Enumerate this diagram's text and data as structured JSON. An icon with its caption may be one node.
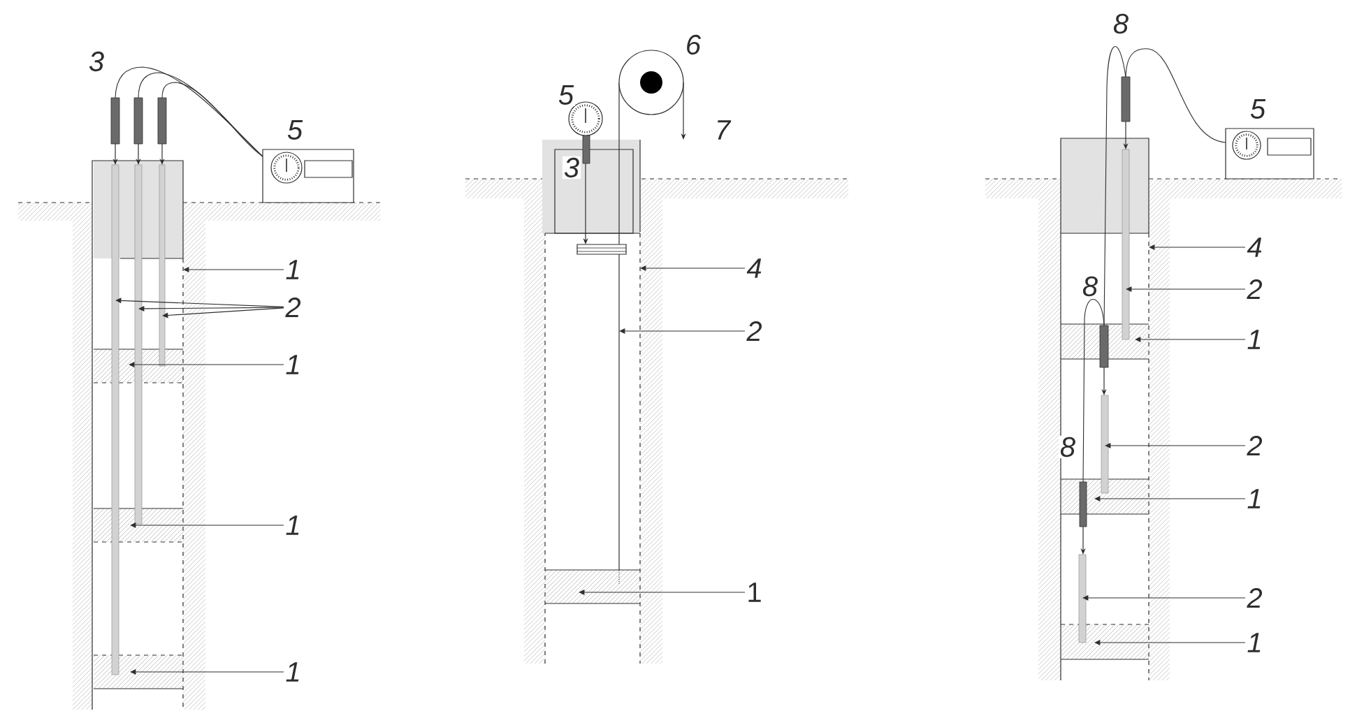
{
  "diagram": {
    "nodes": [
      {
        "text": [
          "1"
        ]
      },
      {
        "text": [
          "2"
        ]
      },
      {
        "text": [
          "1"
        ]
      },
      {
        "text": [
          "1"
        ]
      },
      {
        "text": [
          "1"
        ]
      },
      {
        "text": [
          "4"
        ]
      },
      {
        "text": [
          "2"
        ]
      },
      {
        "text": [
          "1"
        ]
      },
      {
        "text": [
          "4"
        ]
      },
      {
        "text": [
          "2"
        ]
      },
      {
        "text": [
          "1"
        ]
      },
      {
        "text": [
          "2"
        ]
      },
      {
        "text": [
          "1"
        ]
      },
      {
        "text": [
          "2"
        ]
      },
      {
        "text": [
          "1"
        ]
      }
    ],
    "edges": [
      {
        "from": 0,
        "to": null,
        "arrow": "to"
      },
      {
        "from": 1,
        "to": null,
        "arrow": "to"
      },
      {
        "from": 1,
        "to": null,
        "arrow": "to"
      },
      {
        "from": 1,
        "to": null,
        "arrow": "to"
      },
      {
        "from": 2,
        "to": null,
        "arrow": "to"
      },
      {
        "from": 3,
        "to": null,
        "arrow": "to"
      },
      {
        "from": 4,
        "to": null,
        "arrow": "to"
      },
      {
        "from": 5,
        "to": null,
        "arrow": "to"
      },
      {
        "from": 6,
        "to": null,
        "arrow": "to"
      },
      {
        "from": 7,
        "to": null,
        "arrow": "to"
      },
      {
        "from": 8,
        "to": null,
        "arrow": "to"
      },
      {
        "from": 9,
        "to": null,
        "arrow": "to"
      },
      {
        "from": 10,
        "to": null,
        "arrow": "to"
      },
      {
        "from": 11,
        "to": null,
        "arrow": "to"
      },
      {
        "from": 12,
        "to": null,
        "arrow": "to"
      },
      {
        "from": 13,
        "to": null,
        "arrow": "to"
      },
      {
        "from": 14,
        "to": null,
        "arrow": "to"
      }
    ],
    "labels": [
      "3",
      "5",
      "6",
      "5",
      "7",
      "3",
      "8",
      "5",
      "8",
      "8"
    ]
  }
}
